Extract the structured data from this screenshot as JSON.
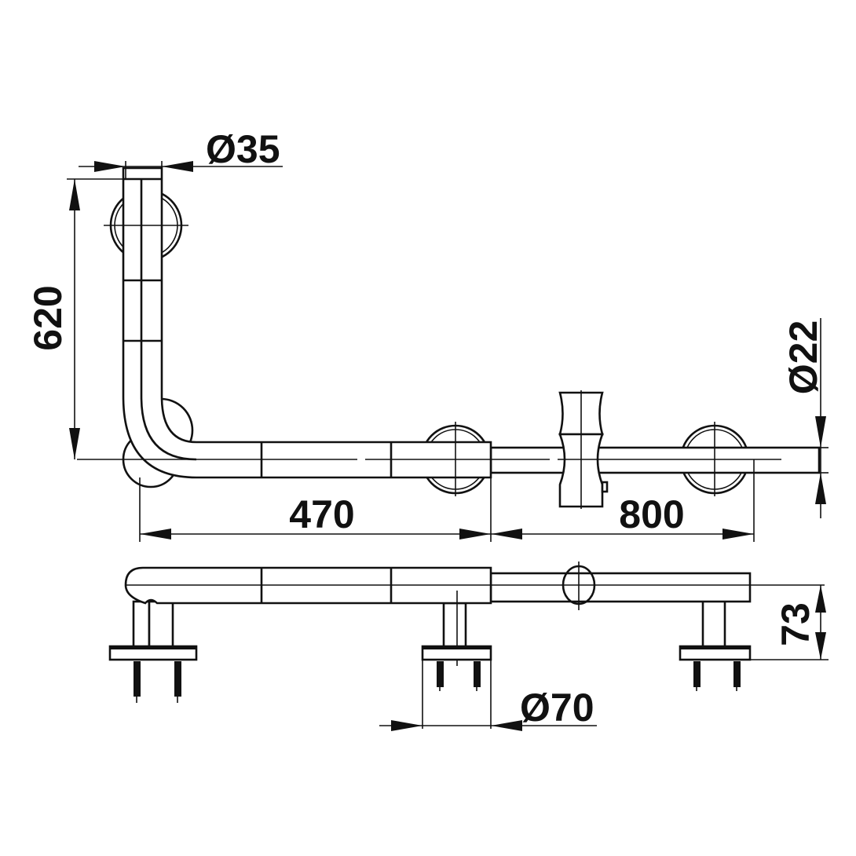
{
  "drawing": {
    "dimensions": {
      "tube_diameter_main": "Ø35",
      "vertical_length": "620",
      "horizontal_length": "470",
      "extension_length": "800",
      "tube_diameter_thin": "Ø22",
      "wall_projection": "73",
      "flange_diameter": "Ø70"
    },
    "colors": {
      "line": "#111111",
      "background": "#ffffff"
    }
  }
}
